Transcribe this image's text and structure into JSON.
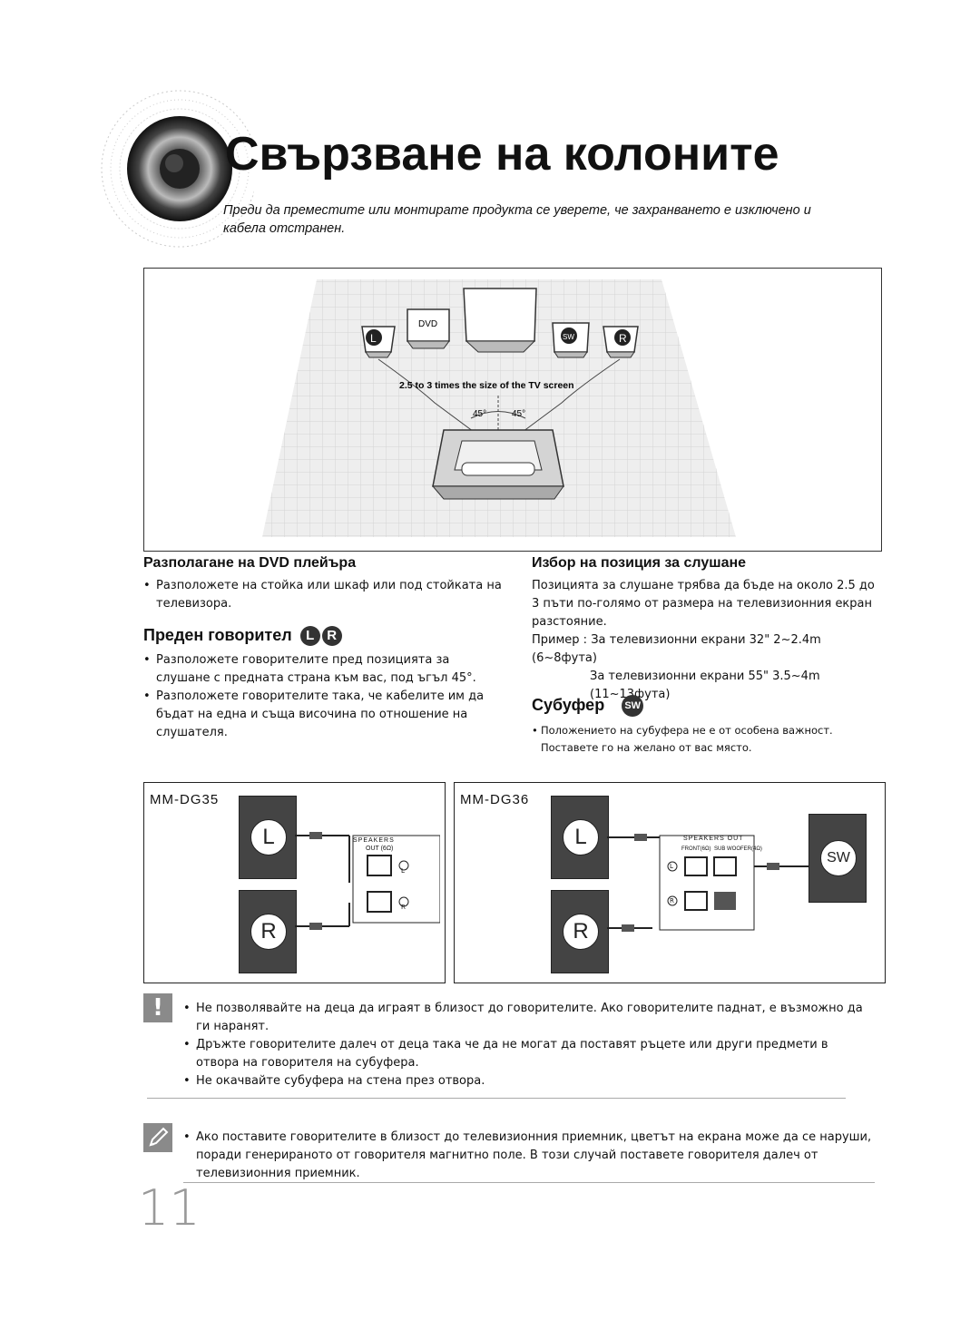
{
  "page": {
    "title": "Свързване на колоните",
    "subtitle": "Преди да преместите или монтирате продукта се уверете, че захранването е изключено и кабела отстранен.",
    "page_number": "11"
  },
  "diagram": {
    "dvd_label": "DVD",
    "left_badge": "L",
    "right_badge": "R",
    "sw_badge": "SW",
    "distance_text": "2.5 to 3 times the size of the TV screen",
    "angle_left": "45°",
    "angle_right": "45°"
  },
  "dvd_section": {
    "heading": "Разполагане на DVD плейъра",
    "bullets": [
      "Разположете на стойка или шкаф или под стойката на телевизора."
    ]
  },
  "front_section": {
    "heading": "Преден говорител",
    "badge_l": "L",
    "badge_r": "R",
    "bullets": [
      "Разположете говорителите пред позицията за слушане с предната страна към вас, под ъгъл 45°.",
      "Разположете говорителите така, че кабелите им да бъдат на една и съща височина по отношение на слушателя."
    ]
  },
  "listen_section": {
    "heading": "Избор на позиция за слушане",
    "text": "Позицията за слушане трябва да бъде на около 2.5 до 3 пъти по-голямо от размера на телевизионния екран разстояние.",
    "example_label": "Пример :",
    "example_line1": "За телевизионни екрани 32\" 2~2.4m (6~8фута)",
    "example_line2": "За телевизионни екрани 55\" 3.5~4m",
    "example_line3": "(11~13фута)"
  },
  "sub_section": {
    "heading": "Субуфер",
    "badge": "SW",
    "bullets": [
      "Положението на субуфера не е от особена важност. Поставете го на желано от вас място."
    ]
  },
  "models": {
    "left": {
      "name": "MM-DG35",
      "spk_l": "L",
      "spk_r": "R",
      "panel_title": "SPEAKERS",
      "panel_sub": "OUT (6Ω)",
      "jack_l": "L",
      "jack_r": "R"
    },
    "right": {
      "name": "MM-DG36",
      "spk_l": "L",
      "spk_r": "R",
      "spk_sw": "SW",
      "panel_title": "SPEAKERS OUT",
      "panel_front": "FRONT(6Ω)",
      "panel_sub": "SUB WOOFER(4Ω)",
      "jack_l": "L",
      "jack_r": "R"
    }
  },
  "warnings": {
    "icon": "!",
    "items": [
      "Не позволявайте на деца да играят в близост до говорителите. Ако говорителите паднат, е възможно да ги наранят.",
      "Дръжте говорителите далеч от деца така че да не могат да поставят ръцете или други предмети в отвора на говорителя на субуфера.",
      "Не окачвайте субуфера на стена през отвора."
    ]
  },
  "note": {
    "items": [
      "Ако поставите говорителите в близост до телевизионния приемник, цветът на екрана може да се наруши, поради генерираното от говорителя магнитно поле. В този случай поставете говорителя далеч от телевизионния приемник."
    ]
  },
  "colors": {
    "accent": "#333333",
    "panel_dark": "#444444",
    "icon_gray": "#8a8a8a"
  }
}
